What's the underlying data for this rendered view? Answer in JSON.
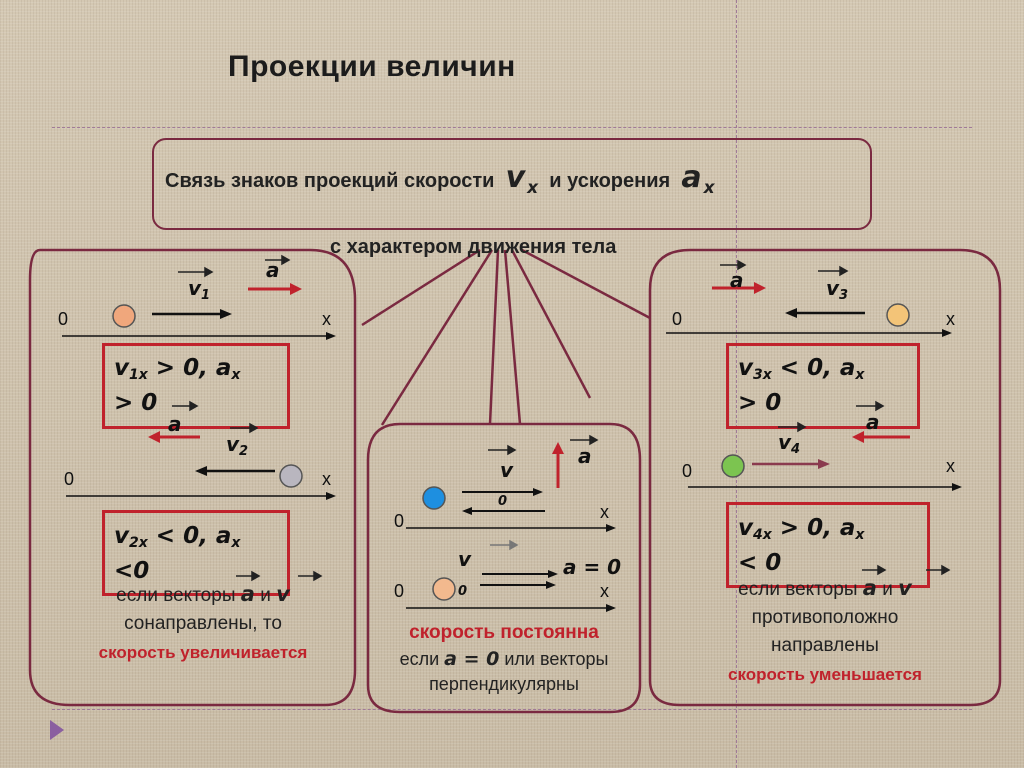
{
  "title": "Проекции величин",
  "header": {
    "text_before": "Связь  знаков проекций скорости",
    "v_symbol": "v",
    "v_sub": "x",
    "text_middle": "и ускорения",
    "a_symbol": "a",
    "a_sub": "x",
    "subheader": "с характером движения тела"
  },
  "left": {
    "case1": {
      "v_label": "v",
      "v_sub": "1",
      "a_label": "a",
      "axis_zero": "0",
      "axis_x": "x",
      "formula_line1": [
        "v",
        "1x",
        " > 0, a",
        "x"
      ],
      "formula_line2": "> 0"
    },
    "case2": {
      "v_label": "v",
      "v_sub": "2",
      "a_label": "a",
      "axis_zero": "0",
      "axis_x": "x",
      "formula_line1": [
        "v",
        "2x",
        " < 0, a",
        "x"
      ],
      "formula_line2": "<0"
    },
    "caption_prefix": "если векторы",
    "caption_a": "a",
    "caption_and": "и",
    "caption_v": "v",
    "caption_line2": "сонаправлены, то",
    "caption_red": "скорость увеличивается"
  },
  "middle": {
    "case1": {
      "v_label": "v",
      "v_sub": "0",
      "a_label": "a",
      "axis_zero": "0",
      "axis_x": "x"
    },
    "case2": {
      "v_label": "v",
      "v_sub": "0",
      "a_eq": "a = 0",
      "axis_zero": "0",
      "axis_x": "x"
    },
    "caption_red": "скорость постоянна",
    "caption_line2_prefix": "если",
    "caption_line2_a": "a = 0",
    "caption_line2_suffix": "или векторы",
    "caption_line3": "перпендикулярны"
  },
  "right": {
    "case3": {
      "v_label": "v",
      "v_sub": "3",
      "a_label": "a",
      "axis_zero": "0",
      "axis_x": "x",
      "formula_line1": [
        "v",
        "3x",
        " < 0, a",
        "x"
      ],
      "formula_line2": "> 0"
    },
    "case4": {
      "v_label": "v",
      "v_sub": "4",
      "a_label": "a",
      "axis_zero": "0",
      "axis_x": "x",
      "formula_line1": [
        "v",
        "4x",
        " > 0, a",
        "x"
      ],
      "formula_line2": "< 0"
    },
    "caption_prefix": "если векторы",
    "caption_a": "a",
    "caption_and": "и",
    "caption_v": "v",
    "caption_line2": "противоположно",
    "caption_line3": "направлены",
    "caption_red": "скорость уменьшается"
  },
  "colors": {
    "frame": "#7a2940",
    "red_box": "#c0222c",
    "ball_orange": "#f0a77c",
    "ball_gray": "#b9b6bf",
    "ball_yellow": "#f3c478",
    "ball_green": "#7cc450",
    "ball_blue": "#1e8fe0",
    "ball_peach": "#f2b98e"
  }
}
